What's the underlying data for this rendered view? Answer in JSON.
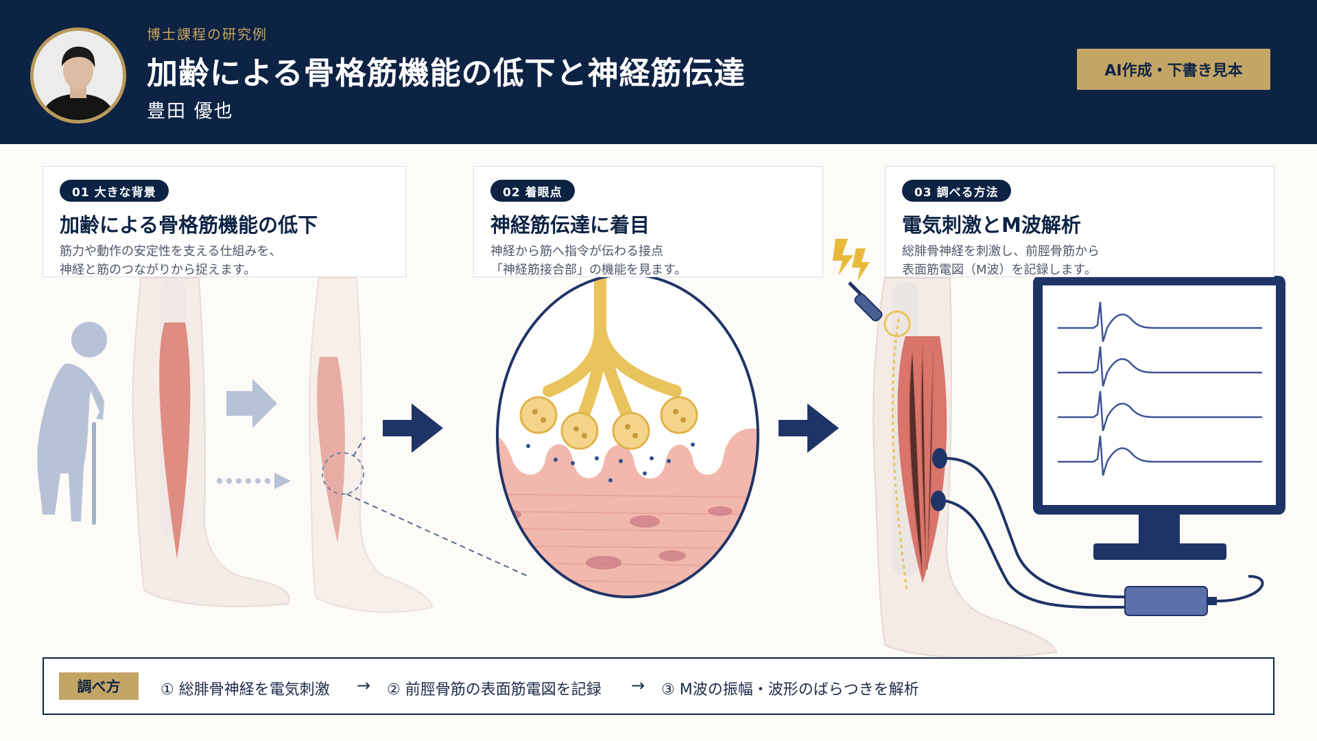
{
  "header": {
    "subtitle": "博士課程の研究例",
    "title": "加齢による骨格筋機能の低下と神経筋伝達",
    "author": "豊田 優也",
    "badge": "AI作成・下書き見本"
  },
  "cards": [
    {
      "tag": "01 大きな背景",
      "title": "加齢による骨格筋機能の低下",
      "desc": "筋力や動作の安定性を支える仕組みを、\n神経と筋のつながりから捉えます。"
    },
    {
      "tag": "02 着眼点",
      "title": "神経筋伝達に着目",
      "desc": "神経から筋へ指令が伝わる接点\n「神経筋接合部」の機能を見ます。"
    },
    {
      "tag": "03 調べる方法",
      "title": "電気刺激とM波解析",
      "desc": "総腓骨神経を刺激し、前脛骨筋から\n表面筋電図（M波）を記録します。"
    }
  ],
  "method": {
    "label": "調べ方",
    "steps": [
      "① 総腓骨神経を電気刺激",
      "② 前脛骨筋の表面筋電図を記録",
      "③ M波の振幅・波形のばらつきを解析"
    ],
    "arrow": "→"
  },
  "colors": {
    "navy": "#0d2344",
    "gold": "#c3a566",
    "muscle": "#d9756a",
    "nerve": "#e9c45c"
  },
  "icons": [
    "elderly-person-icon",
    "arrow-right-icon",
    "electrode-icon",
    "lightning-icon",
    "monitor-icon"
  ]
}
